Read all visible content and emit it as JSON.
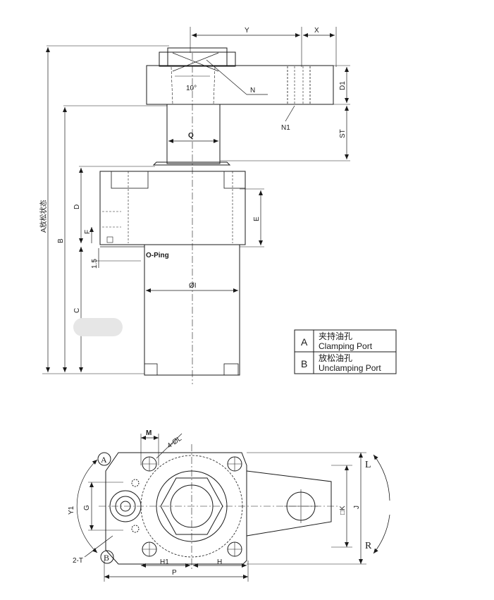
{
  "side_view": {
    "dims": {
      "Y": "Y",
      "X": "X",
      "D1": "D1",
      "ST": "ST",
      "N": "N",
      "N1": "N1",
      "angle": "10°",
      "Q": "Q",
      "A": "A放松状态",
      "B": "B",
      "C": "C",
      "D": "D",
      "E": "E",
      "F": "F",
      "t15": "1.5",
      "oring": "O-Ping",
      "phiI": "ØI"
    }
  },
  "legend": {
    "rows": [
      {
        "key": "A",
        "cn": "夹持油孔",
        "en": "Clamping Port"
      },
      {
        "key": "B",
        "cn": "放松油孔",
        "en": "Unclamping Port"
      }
    ]
  },
  "top_view": {
    "dims": {
      "M": "M",
      "phiL": "4-ØL",
      "Y1": "Y1",
      "G": "G",
      "T2": "2-T",
      "H1": "H1",
      "H": "H",
      "P": "P",
      "K": "□K",
      "J": "J",
      "L": "L",
      "R": "R",
      "portA": "A",
      "portB": "B"
    }
  }
}
